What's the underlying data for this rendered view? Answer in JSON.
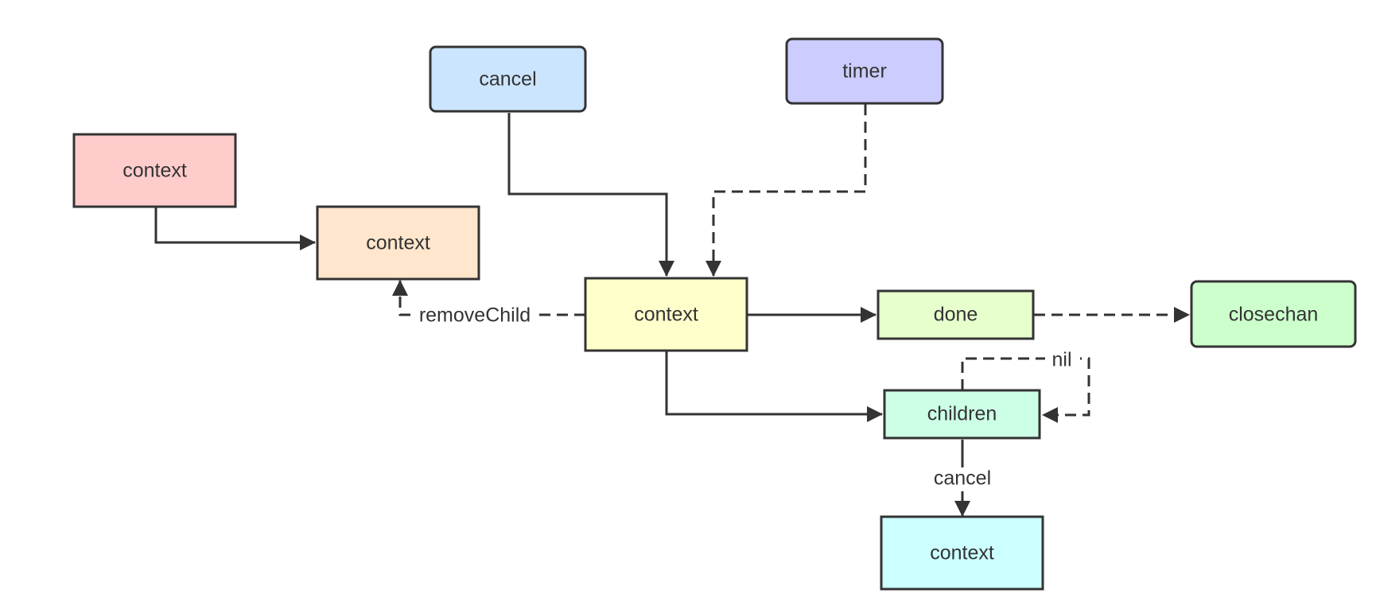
{
  "nodes": {
    "context_red": {
      "label": "context",
      "fill": "#ffcccc"
    },
    "context_orange": {
      "label": "context",
      "fill": "#ffe6cc"
    },
    "cancel_top": {
      "label": "cancel",
      "fill": "#cce5ff"
    },
    "timer": {
      "label": "timer",
      "fill": "#ccccff"
    },
    "context_main": {
      "label": "context",
      "fill": "#ffffcc"
    },
    "done": {
      "label": "done",
      "fill": "#e6ffcc"
    },
    "closechan": {
      "label": "closechan",
      "fill": "#ccffcc"
    },
    "children": {
      "label": "children",
      "fill": "#ccffe6"
    },
    "context_child": {
      "label": "context",
      "fill": "#ccffff"
    }
  },
  "edge_labels": {
    "remove_child": "removeChild",
    "nil": "nil",
    "cancel": "cancel"
  }
}
